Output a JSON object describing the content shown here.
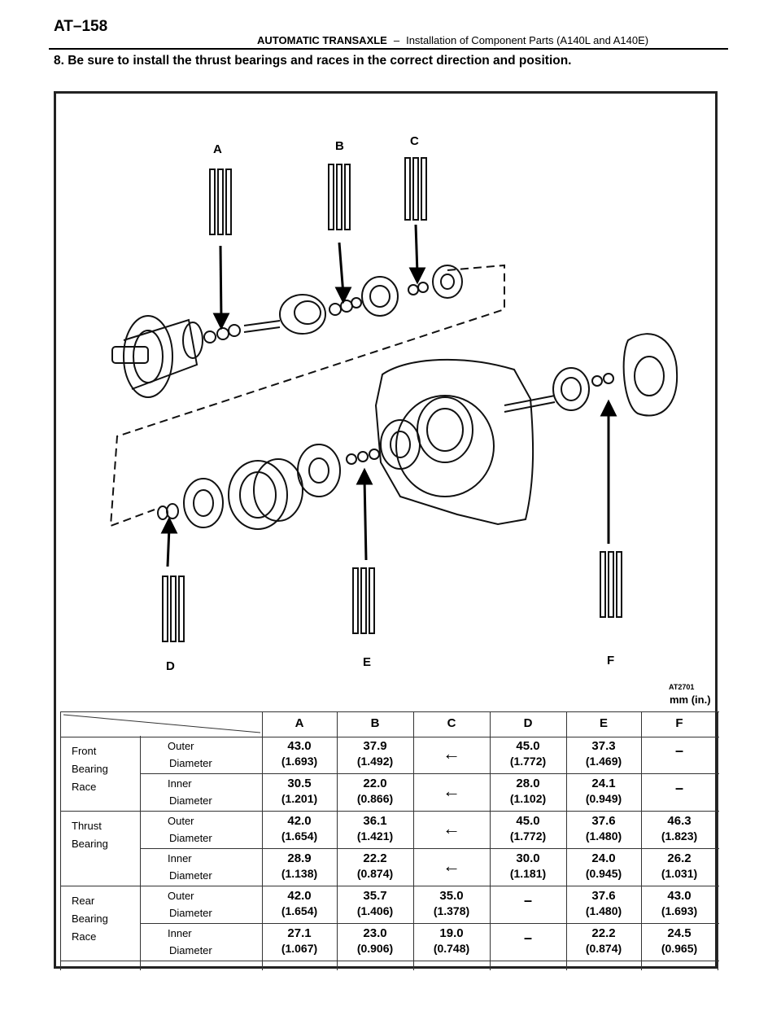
{
  "header": {
    "page_number": "AT–158",
    "section": "AUTOMATIC TRANSAXLE",
    "separator": "–",
    "subsection": "Installation of Component Parts (A140L and A140E)"
  },
  "instruction": "8. Be sure to install the thrust bearings and races in the correct direction and position.",
  "figure": {
    "labels": [
      "A",
      "B",
      "C",
      "D",
      "E",
      "F"
    ],
    "code": "AT2701",
    "unit": "mm (in.)"
  },
  "table": {
    "columns": [
      "A",
      "B",
      "C",
      "D",
      "E",
      "F"
    ],
    "groups": [
      {
        "name_lines": [
          "Front",
          "Bearing",
          "Race"
        ],
        "rows": [
          {
            "dim_lines": [
              "Outer",
              "Diameter"
            ],
            "cells": [
              [
                "43.0",
                "(1.693)"
              ],
              [
                "37.9",
                "(1.492)"
              ],
              [
                "←",
                ""
              ],
              [
                "45.0",
                "(1.772)"
              ],
              [
                "37.3",
                "(1.469)"
              ],
              [
                "–",
                ""
              ]
            ]
          },
          {
            "dim_lines": [
              "Inner",
              "Diameter"
            ],
            "cells": [
              [
                "30.5",
                "(1.201)"
              ],
              [
                "22.0",
                "(0.866)"
              ],
              [
                "←",
                ""
              ],
              [
                "28.0",
                "(1.102)"
              ],
              [
                "24.1",
                "(0.949)"
              ],
              [
                "–",
                ""
              ]
            ]
          }
        ]
      },
      {
        "name_lines": [
          "Thrust",
          "Bearing"
        ],
        "rows": [
          {
            "dim_lines": [
              "Outer",
              "Diameter"
            ],
            "cells": [
              [
                "42.0",
                "(1.654)"
              ],
              [
                "36.1",
                "(1.421)"
              ],
              [
                "←",
                ""
              ],
              [
                "45.0",
                "(1.772)"
              ],
              [
                "37.6",
                "(1.480)"
              ],
              [
                "46.3",
                "(1.823)"
              ]
            ]
          },
          {
            "dim_lines": [
              "Inner",
              "Diameter"
            ],
            "cells": [
              [
                "28.9",
                "(1.138)"
              ],
              [
                "22.2",
                "(0.874)"
              ],
              [
                "←",
                ""
              ],
              [
                "30.0",
                "(1.181)"
              ],
              [
                "24.0",
                "(0.945)"
              ],
              [
                "26.2",
                "(1.031)"
              ]
            ]
          }
        ]
      },
      {
        "name_lines": [
          "Rear",
          "Bearing",
          "Race"
        ],
        "rows": [
          {
            "dim_lines": [
              "Outer",
              "Diameter"
            ],
            "cells": [
              [
                "42.0",
                "(1.654)"
              ],
              [
                "35.7",
                "(1.406)"
              ],
              [
                "35.0",
                "(1.378)"
              ],
              [
                "–",
                ""
              ],
              [
                "37.6",
                "(1.480)"
              ],
              [
                "43.0",
                "(1.693)"
              ]
            ]
          },
          {
            "dim_lines": [
              "Inner",
              "Diameter"
            ],
            "cells": [
              [
                "27.1",
                "(1.067)"
              ],
              [
                "23.0",
                "(0.906)"
              ],
              [
                "19.0",
                "(0.748)"
              ],
              [
                "–",
                ""
              ],
              [
                "22.2",
                "(0.874)"
              ],
              [
                "24.5",
                "(0.965)"
              ]
            ]
          }
        ]
      }
    ]
  }
}
